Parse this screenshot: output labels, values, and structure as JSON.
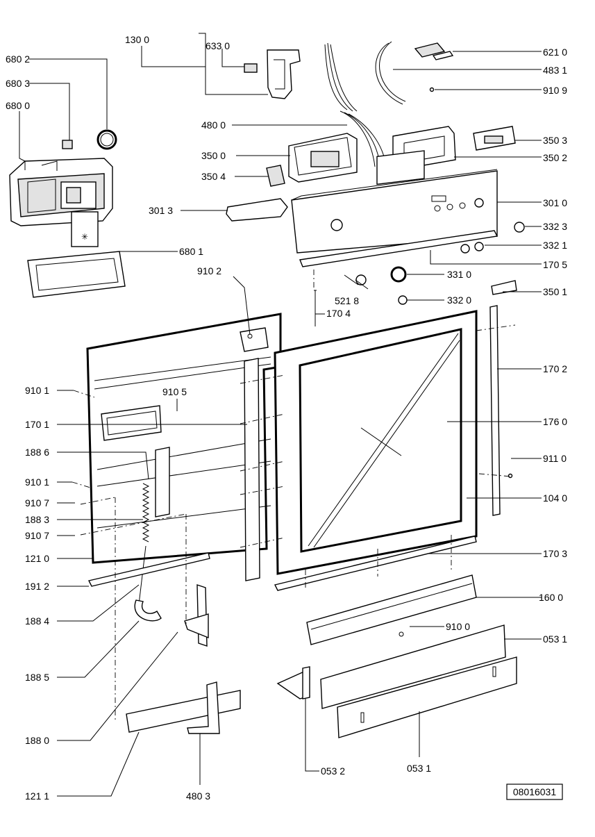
{
  "drawing_number": "08016031",
  "labels": {
    "l_6802": "680 2",
    "l_6803": "680 3",
    "l_6800": "680 0",
    "l_1300": "130 0",
    "l_6330": "633 0",
    "l_6210": "621 0",
    "l_4831": "483 1",
    "l_9109": "910 9",
    "l_4800": "480 0",
    "l_3503": "350 3",
    "l_3500": "350 0",
    "l_3502": "350 2",
    "l_3504": "350 4",
    "l_3013": "301 3",
    "l_3010": "301 0",
    "l_3323": "332 3",
    "l_6801": "680 1",
    "l_3321": "332 1",
    "l_9102": "910 2",
    "l_1705": "170 5",
    "l_3310": "331 0",
    "l_5218": "521 8",
    "l_3320": "332 0",
    "l_3501": "350 1",
    "l_1704": "170 4",
    "l_9101a": "910 1",
    "l_9105": "910 5",
    "l_1702": "170 2",
    "l_1701": "170 1",
    "l_1760": "176 0",
    "l_1886": "188 6",
    "l_9110": "911 0",
    "l_9101b": "910 1",
    "l_9107a": "910 7",
    "l_1040": "104 0",
    "l_1883": "188 3",
    "l_9107b": "910 7",
    "l_1210": "121 0",
    "l_1703": "170 3",
    "l_1912": "191 2",
    "l_1600": "160 0",
    "l_1884": "188 4",
    "l_9100": "910 0",
    "l_0531a": "053 1",
    "l_1885": "188 5",
    "l_1880": "188 0",
    "l_0532": "053 2",
    "l_0531b": "053 1",
    "l_1211": "121 1",
    "l_4803": "480 3"
  }
}
